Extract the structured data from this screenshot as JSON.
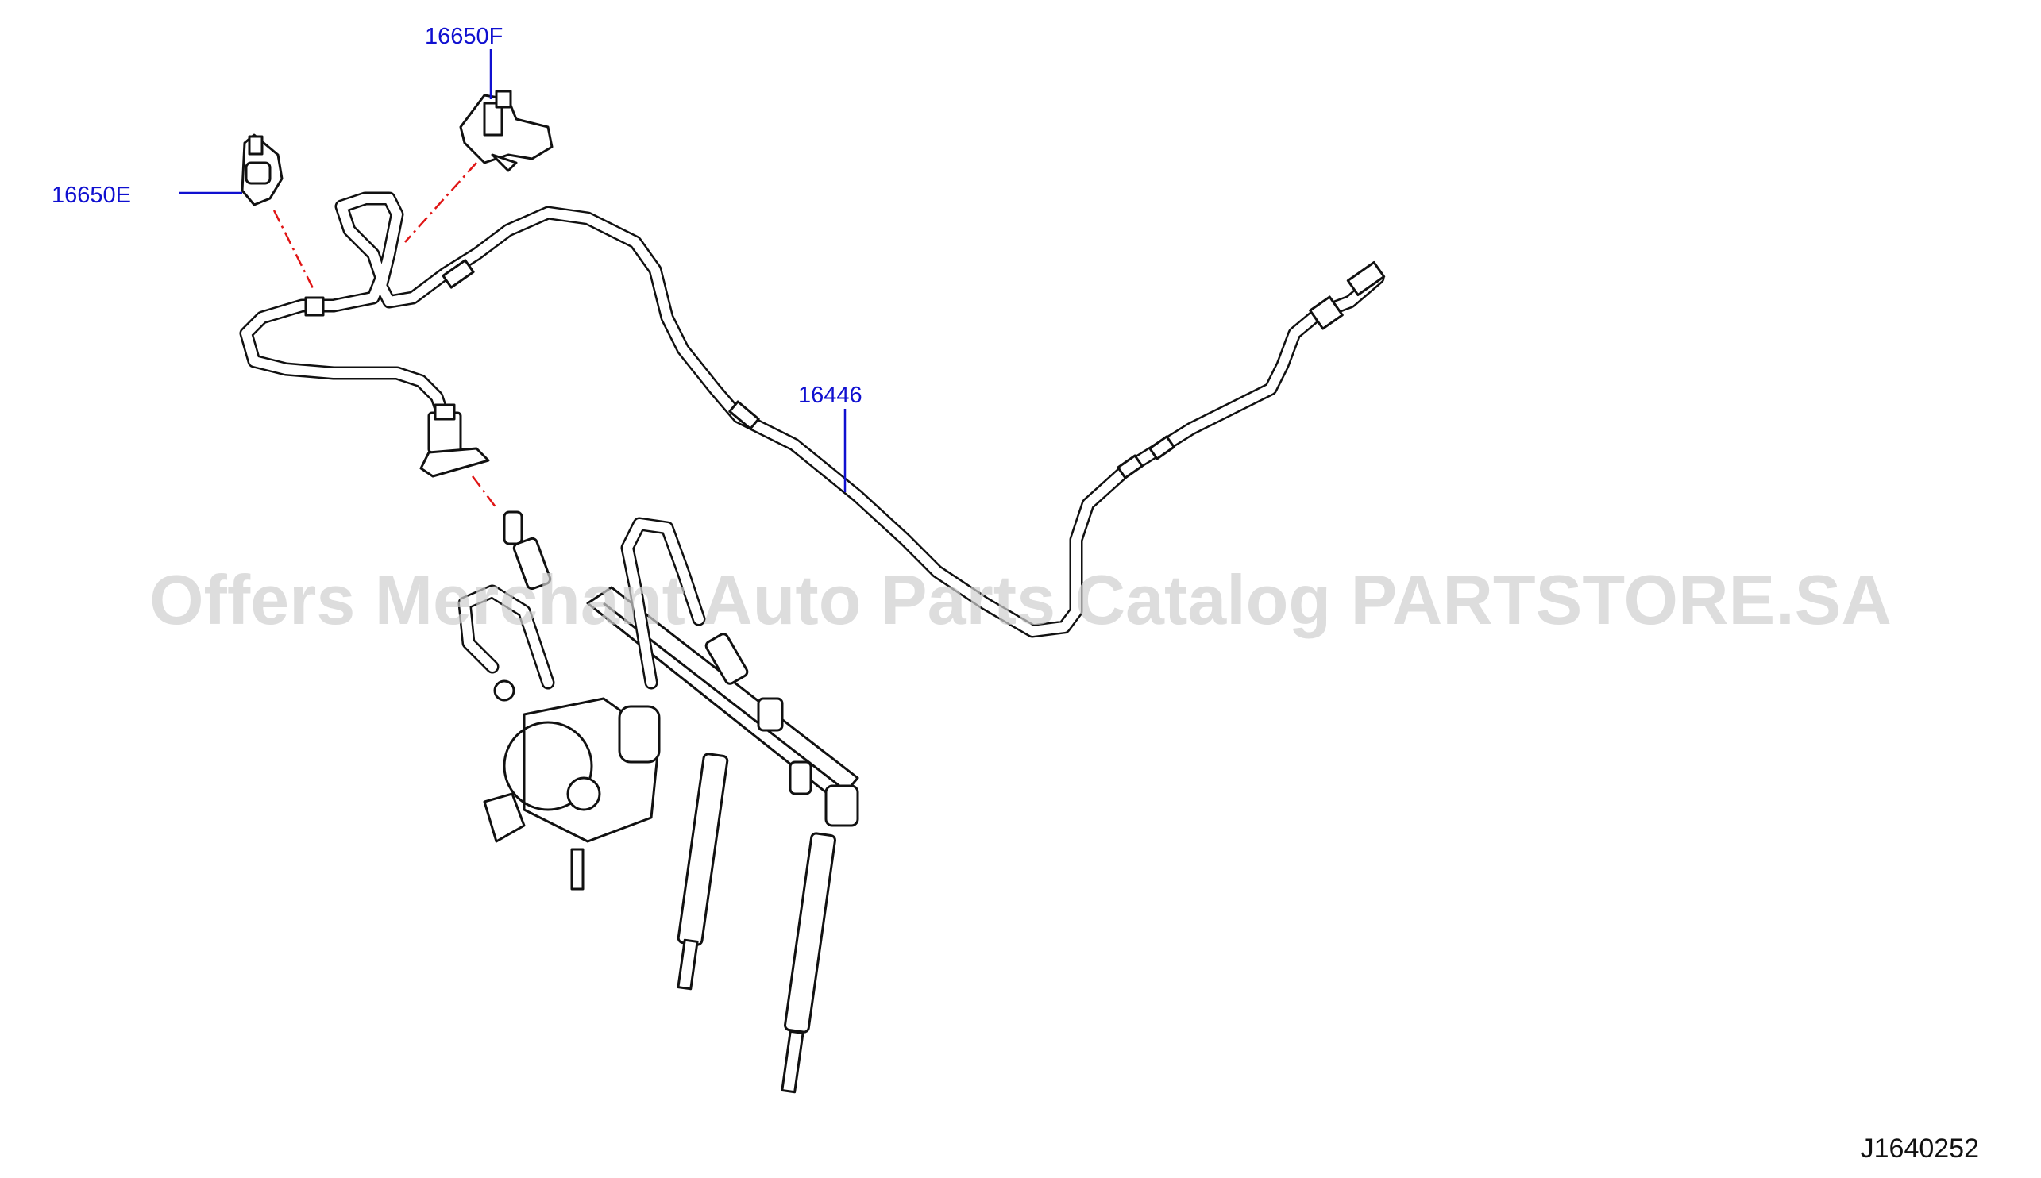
{
  "callouts": {
    "clip_f": "16650F",
    "clip_e": "16650E",
    "tube": "16446"
  },
  "watermark": "Offers Merchant Auto Parts Catalog PARTSTORE.SA",
  "diagram_code": "J1640252",
  "colors": {
    "callout_text": "#1010d0",
    "dash_line": "#e01515",
    "line_art": "#111111",
    "watermark": "#cfcfcf"
  }
}
